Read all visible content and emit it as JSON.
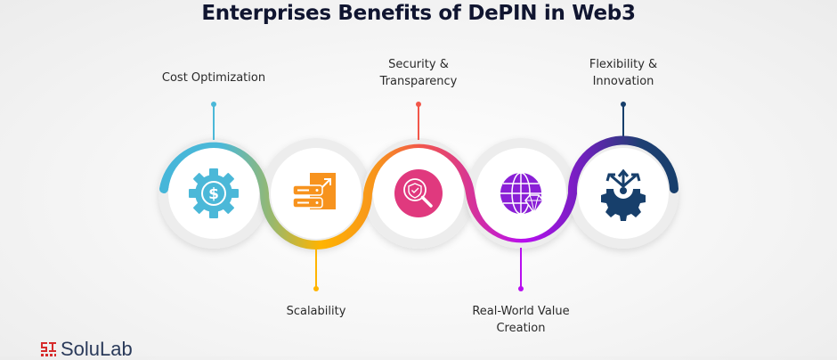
{
  "title": "Enterprises Benefits of DePIN in Web3",
  "benefits": [
    {
      "label_line1": "Cost Optimization",
      "label_line2": "",
      "position": "top",
      "icon": "dollar-gear-icon",
      "color": "#4bb8d8"
    },
    {
      "label_line1": "Scalability",
      "label_line2": "",
      "position": "bottom",
      "icon": "server-expand-icon",
      "color": "#f7931e"
    },
    {
      "label_line1": "Security &",
      "label_line2": "Transparency",
      "position": "top",
      "icon": "shield-search-icon",
      "color": "#e0397e"
    },
    {
      "label_line1": "Real-World Value",
      "label_line2": "Creation",
      "position": "bottom",
      "icon": "globe-diamond-icon",
      "color": "#8a1fd6"
    },
    {
      "label_line1": "Flexibility &",
      "label_line2": "Innovation",
      "position": "top",
      "icon": "gear-arrows-icon",
      "color": "#173f6b"
    }
  ],
  "brand": {
    "name": "SoluLab",
    "logo_color": "#d62b2b"
  }
}
